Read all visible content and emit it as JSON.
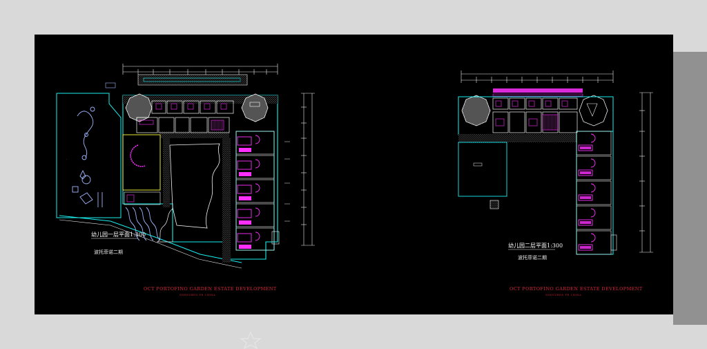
{
  "plan_left": {
    "title": "幼儿园一层平面1:300",
    "subtitle": "波托菲诺二期",
    "project": "OCT PORTOFINO GARDEN  ESTATE DEVELOPMENT",
    "project_sub": "SHENZHEN  PR  CHINA"
  },
  "plan_right": {
    "title": "幼儿园二层平面1:300",
    "subtitle": "波托菲诺二期",
    "project": "OCT PORTOFINO GARDEN  ESTATE DEVELOPMENT",
    "project_sub": "SHENZHEN  PR  CHINA"
  },
  "colors": {
    "background": "#000000",
    "wall": "#18f0f0",
    "room": "#ff30ff",
    "structure": "#f5f5f5",
    "dimension": "#ffff40",
    "landscape": "#9fb6ff",
    "annotation": "#d8283a"
  },
  "icons": {
    "watermark": "star-watermark-icon"
  }
}
